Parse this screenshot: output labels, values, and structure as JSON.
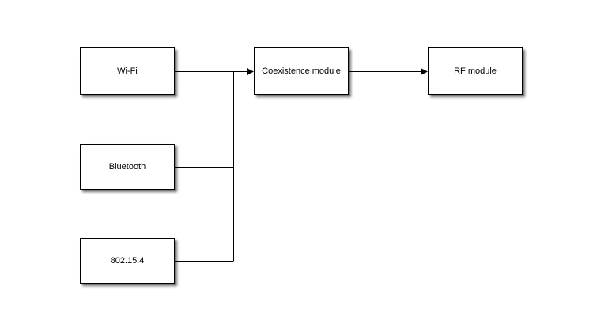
{
  "diagram": {
    "background_color": "#ffffff",
    "block_fill_color": "#ffffff",
    "block_border_color": "#000000",
    "wire_color": "#000000",
    "nodes": {
      "wifi": {
        "label": "Wi-Fi"
      },
      "bluetooth": {
        "label": "Bluetooth"
      },
      "ieee802154": {
        "label": "802.15.4"
      },
      "coexistence": {
        "label": "Coexistence module"
      },
      "rf": {
        "label": "RF module"
      }
    },
    "edges": [
      {
        "from": "Wi-Fi",
        "to": "Coexistence module",
        "arrow": true
      },
      {
        "from": "Bluetooth",
        "to": "Coexistence module",
        "arrow": true,
        "via": "shared junction"
      },
      {
        "from": "802.15.4",
        "to": "Coexistence module",
        "arrow": true,
        "via": "shared junction"
      },
      {
        "from": "Coexistence module",
        "to": "RF module",
        "arrow": true
      }
    ]
  }
}
